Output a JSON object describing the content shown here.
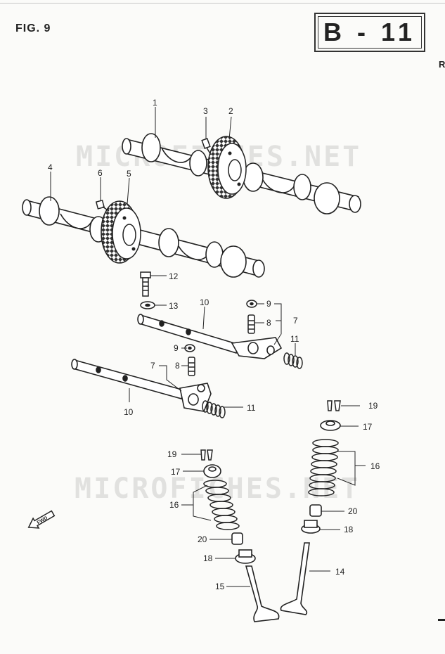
{
  "figure_label": "FIG. 9",
  "page_code": "B - 11",
  "side_letter": "R",
  "watermark_text": "MICROFICHES.NET",
  "fwd_marker": "FWD",
  "callouts": [
    "1",
    "3",
    "2",
    "4",
    "6",
    "5",
    "12",
    "13",
    "10",
    "9",
    "8",
    "7",
    "11",
    "9",
    "7",
    "8",
    "10",
    "11",
    "19",
    "17",
    "16",
    "20",
    "18",
    "14",
    "19",
    "17",
    "16",
    "20",
    "18",
    "15"
  ]
}
